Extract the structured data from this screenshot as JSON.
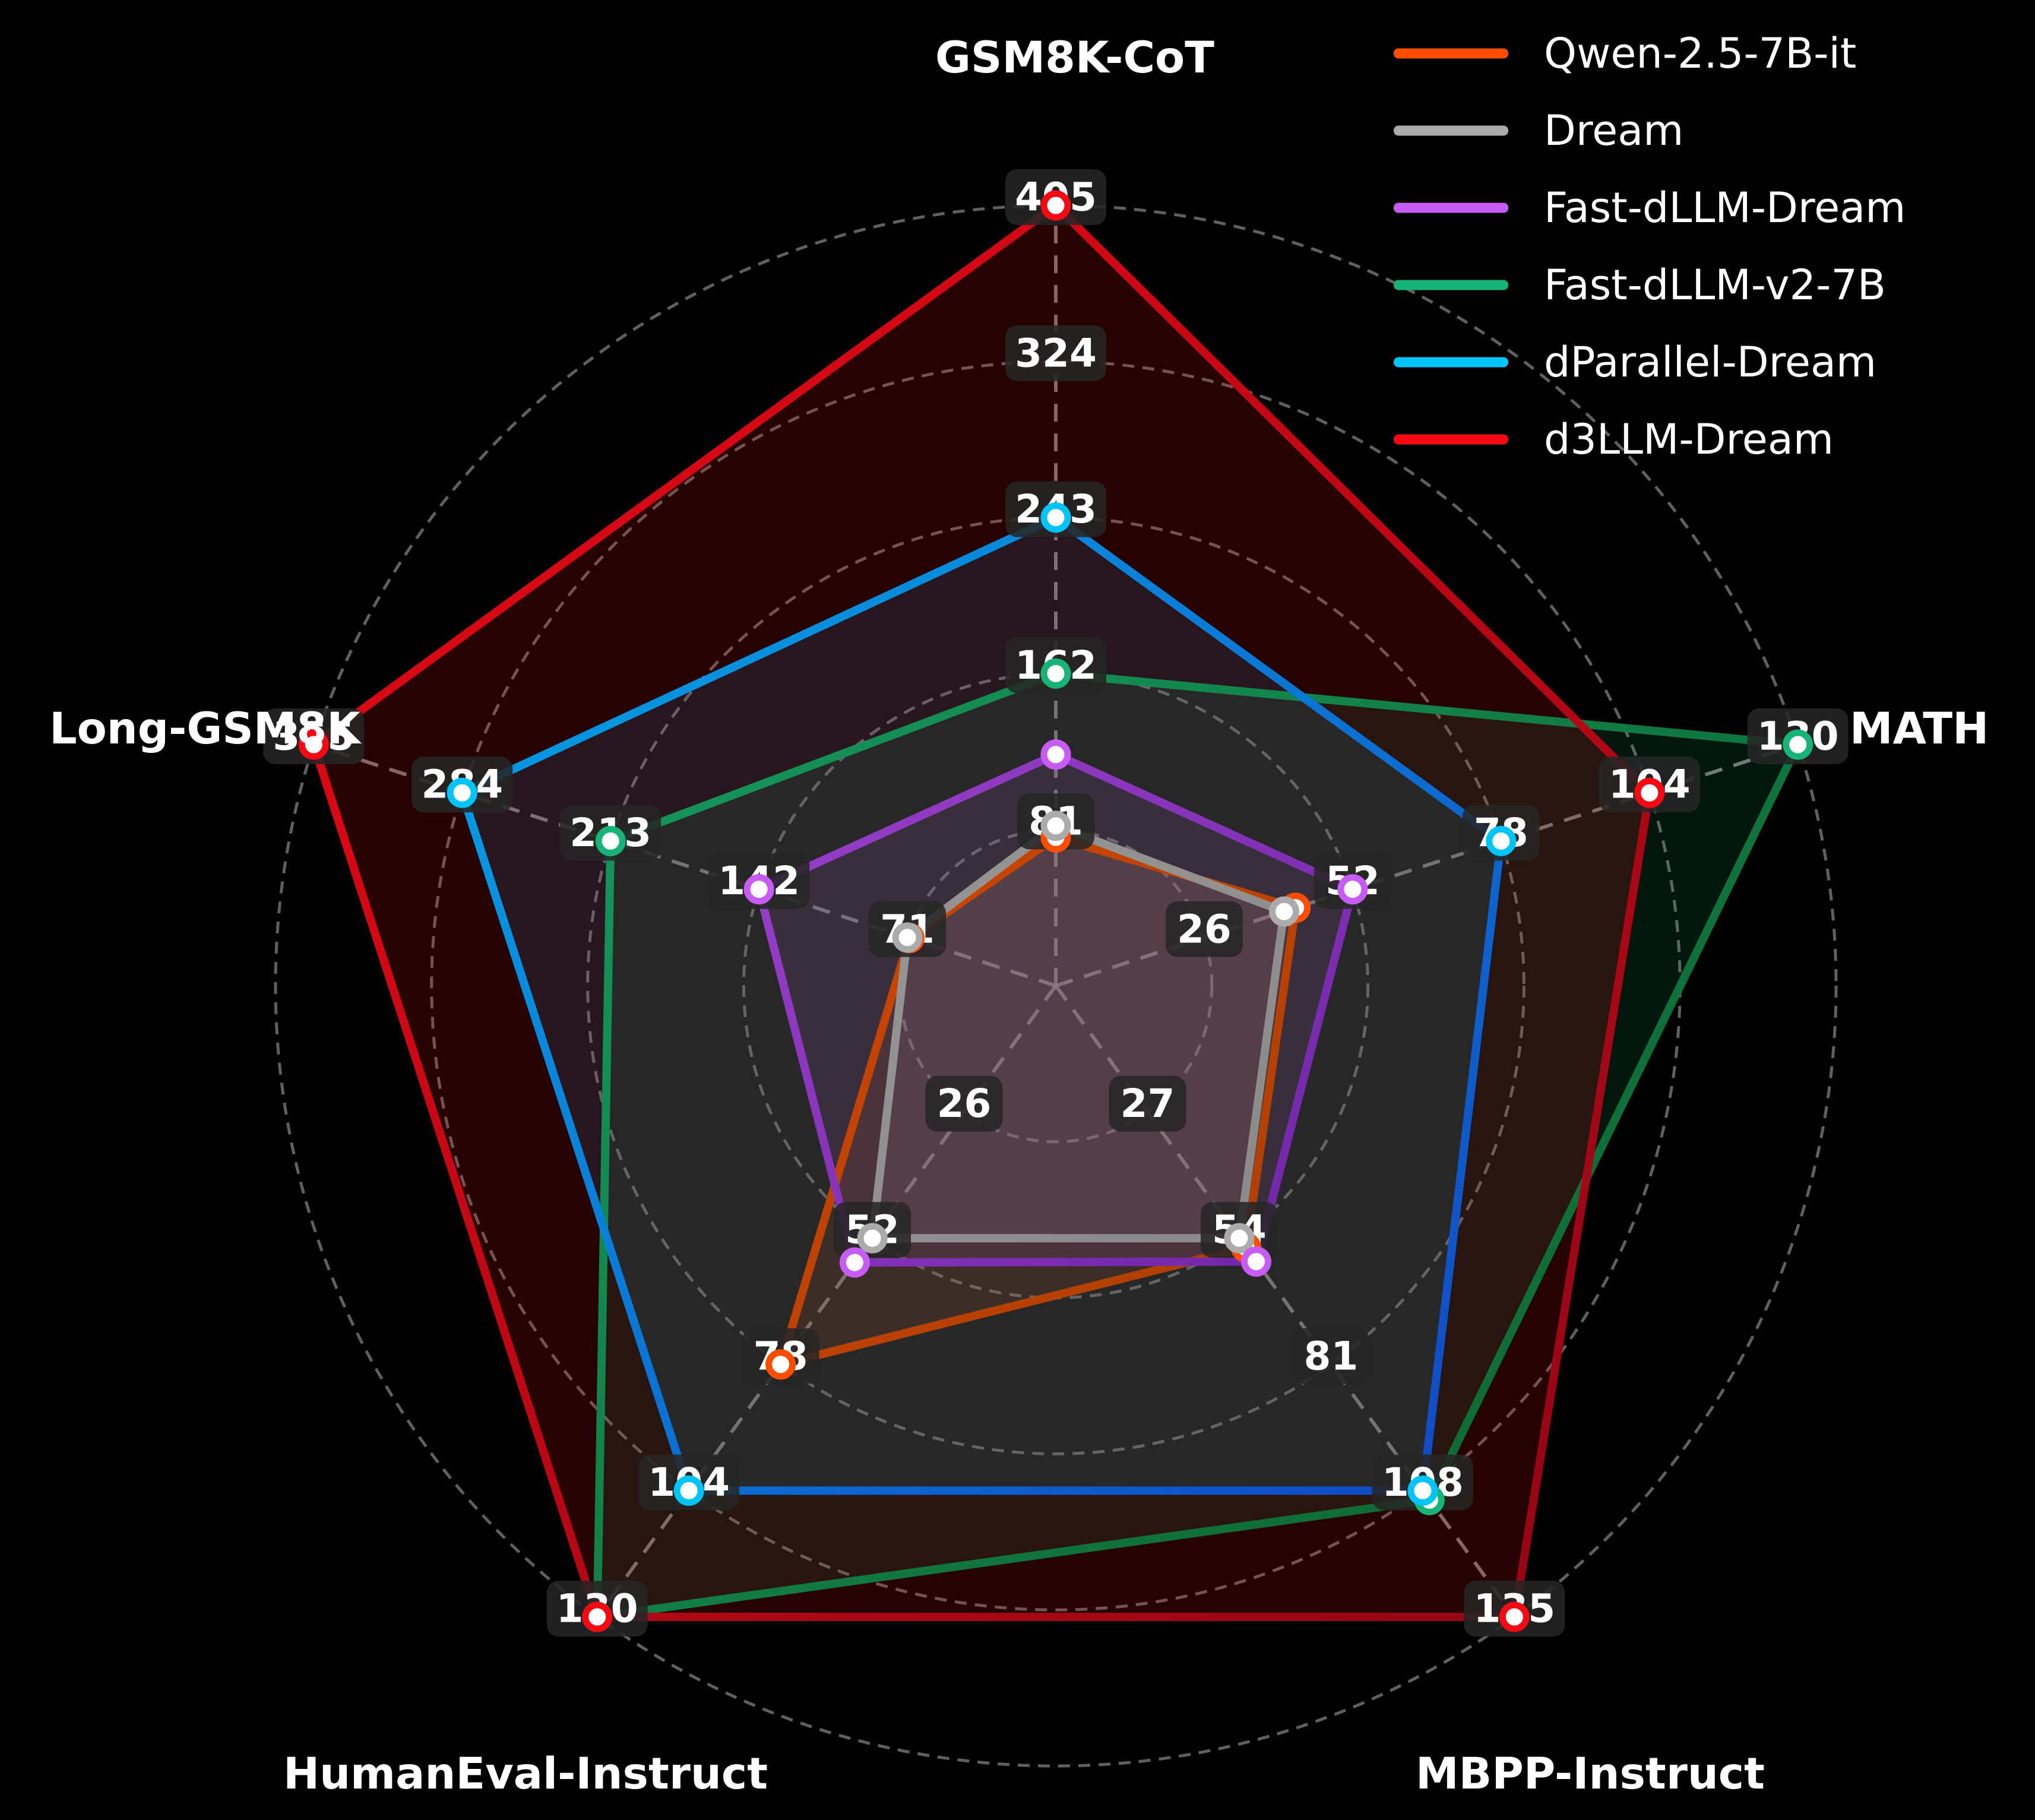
{
  "chart_data": {
    "type": "radar",
    "title": "",
    "background": "#000000",
    "grid": "dashed-circles",
    "legend_position": "top-right",
    "axes": [
      {
        "label": "GSM8K-CoT",
        "max": 405,
        "ticks": [
          81,
          162,
          243,
          324,
          405
        ]
      },
      {
        "label": "MATH",
        "max": 130,
        "ticks": [
          26,
          52,
          78,
          104,
          130
        ]
      },
      {
        "label": "MBPP-Instruct",
        "max": 135,
        "ticks": [
          27,
          54,
          81,
          108,
          135
        ]
      },
      {
        "label": "HumanEval-Instruct",
        "max": 130,
        "ticks": [
          26,
          52,
          78,
          104,
          130
        ]
      },
      {
        "label": "Long-GSM8K",
        "max": 355,
        "ticks": [
          71,
          142,
          213,
          284,
          355
        ]
      }
    ],
    "series": [
      {
        "name": "Qwen-2.5-7B-it",
        "color": "#FF4D00",
        "color_dark": "#8F3A00",
        "values": [
          77,
          42,
          56,
          78,
          70
        ]
      },
      {
        "name": "Dream",
        "color": "#ABABAB",
        "color_dark": "#7E7E7E",
        "values": [
          83,
          40,
          54,
          52,
          71
        ]
      },
      {
        "name": "Fast-dLLM-Dream",
        "color": "#C75CF4",
        "color_dark": "#4E0E8C",
        "values": [
          120,
          52,
          59,
          57,
          142
        ]
      },
      {
        "name": "Fast-dLLM-v2-7B",
        "color": "#17B377",
        "color_dark": "#0C5E25",
        "values": [
          162,
          130,
          110,
          130,
          213
        ]
      },
      {
        "name": "dParallel-Dream",
        "color": "#00C3F7",
        "color_dark": "#1430BE",
        "values": [
          243,
          78,
          108,
          104,
          284
        ]
      },
      {
        "name": "d3LLM-Dream",
        "color": "#F50A14",
        "color_dark": "#8C0516",
        "values": [
          405,
          104,
          135,
          130,
          355
        ]
      }
    ]
  }
}
